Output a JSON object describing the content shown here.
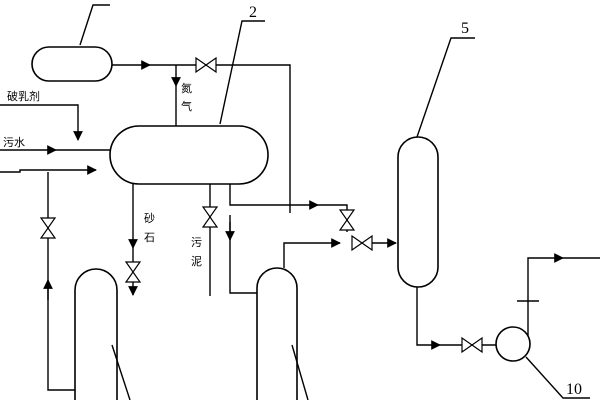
{
  "diagram": {
    "labels": {
      "demulsifier": "破乳剂",
      "wastewater": "污水",
      "nitrogen_a": "氮",
      "nitrogen_b": "气",
      "sand_a": "砂",
      "sand_b": "石",
      "sludge_a": "污",
      "sludge_b": "泥"
    },
    "callouts": {
      "vessel_2": "2",
      "vessel_5": "5",
      "pump_10": "10"
    }
  }
}
